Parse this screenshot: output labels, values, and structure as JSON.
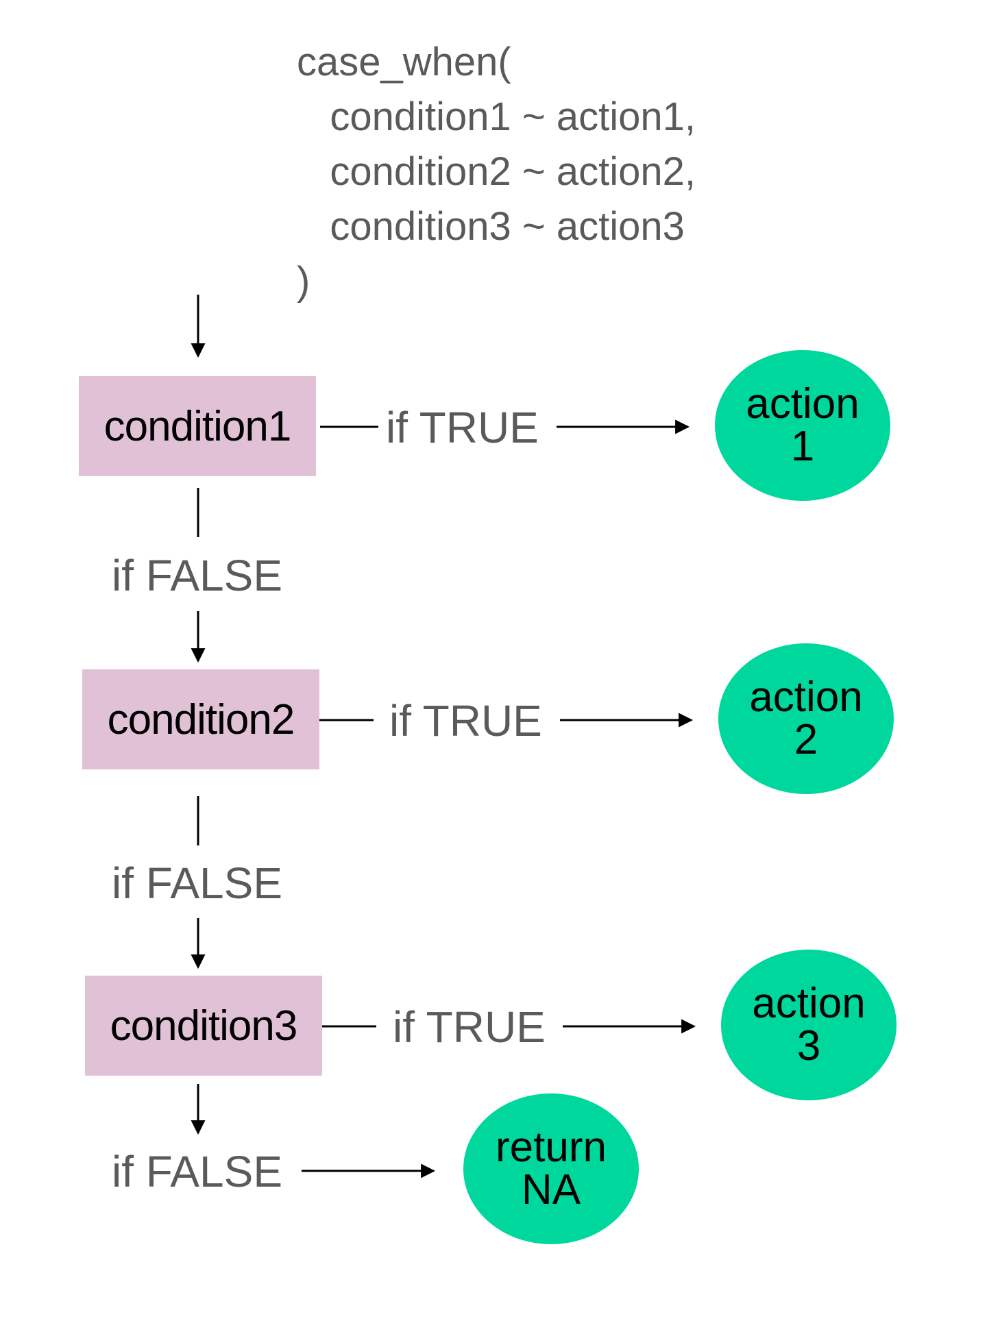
{
  "code": {
    "lines": [
      "case_when(",
      "   condition1 ~ action1,",
      "   condition2 ~ action2,",
      "   condition3 ~ action3",
      ")"
    ]
  },
  "conditions": [
    "condition1",
    "condition2",
    "condition3"
  ],
  "true_label": "if TRUE",
  "false_label": "if FALSE",
  "actions": [
    {
      "line1": "action",
      "line2": "1"
    },
    {
      "line1": "action",
      "line2": "2"
    },
    {
      "line1": "action",
      "line2": "3"
    }
  ],
  "fallback": {
    "line1": "return",
    "line2": "NA"
  },
  "colors": {
    "condition_fill": "#e0c1d6",
    "action_fill": "#00d79c",
    "code_text": "#5a5a5a",
    "edge_label_text": "#5a5a5a"
  }
}
